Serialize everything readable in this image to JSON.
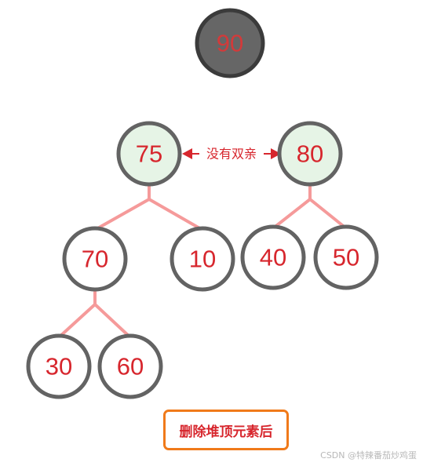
{
  "removed_node": {
    "value": "90"
  },
  "nodes": [
    {
      "id": "n75",
      "value": "75",
      "highlight": true
    },
    {
      "id": "n80",
      "value": "80",
      "highlight": true
    },
    {
      "id": "n70",
      "value": "70",
      "highlight": false
    },
    {
      "id": "n10",
      "value": "10",
      "highlight": false
    },
    {
      "id": "n40",
      "value": "40",
      "highlight": false
    },
    {
      "id": "n50",
      "value": "50",
      "highlight": false
    },
    {
      "id": "n30",
      "value": "30",
      "highlight": false
    },
    {
      "id": "n60",
      "value": "60",
      "highlight": false
    }
  ],
  "edges": [
    [
      "n75",
      "n70"
    ],
    [
      "n75",
      "n10"
    ],
    [
      "n80",
      "n40"
    ],
    [
      "n80",
      "n50"
    ],
    [
      "n70",
      "n30"
    ],
    [
      "n70",
      "n60"
    ]
  ],
  "relation_label": "没有双亲",
  "caption": "删除堆顶元素后",
  "watermark": "CSDN @特辣番茄炒鸡蛋",
  "colors": {
    "node_stroke": "#636363",
    "highlight_fill": "#e6f4e6",
    "removed_fill": "#666666",
    "edge": "#f59a9a",
    "text": "#d7262d",
    "caption_border": "#f07a1a"
  }
}
